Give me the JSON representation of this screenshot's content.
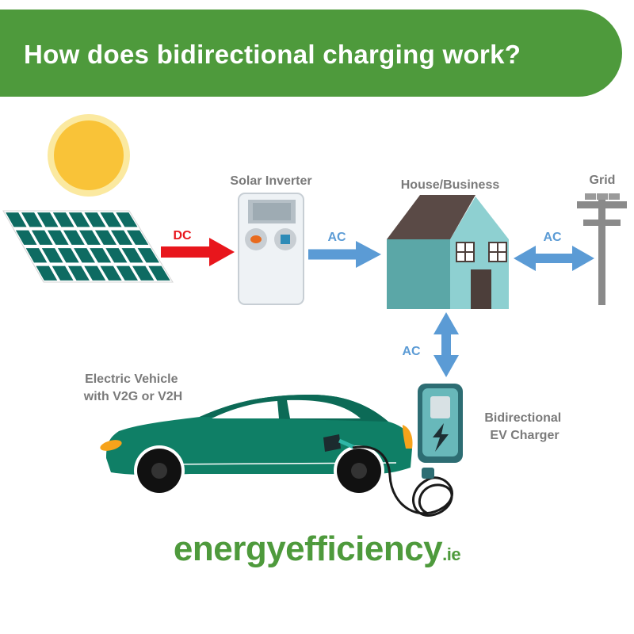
{
  "header": {
    "title": "How does bidirectional charging work?"
  },
  "nodes": {
    "solar_inverter": "Solar Inverter",
    "house": "House/Business",
    "grid": "Grid",
    "ev": [
      "Electric Vehicle",
      "with V2G or V2H"
    ],
    "charger": [
      "Bidirectional",
      "EV Charger"
    ]
  },
  "flows": {
    "panel_to_inverter": "DC",
    "inverter_to_house": "AC",
    "house_grid": "AC",
    "house_charger": "AC"
  },
  "brand": {
    "name": "energyefficiency",
    "tld": ".ie"
  },
  "colors": {
    "brand_green": "#4e9a3c",
    "dc_arrow": "#e8161c",
    "ac_arrow": "#5b9bd5",
    "car_teal": "#0f7f66",
    "house_teal": "#63b1b1",
    "label_gray": "#7a7a7a"
  },
  "icons": [
    "sun-icon",
    "solar-panel-icon",
    "inverter-icon",
    "house-icon",
    "grid-pole-icon",
    "electric-car-icon",
    "ev-charger-icon",
    "lightning-bolt-icon"
  ]
}
